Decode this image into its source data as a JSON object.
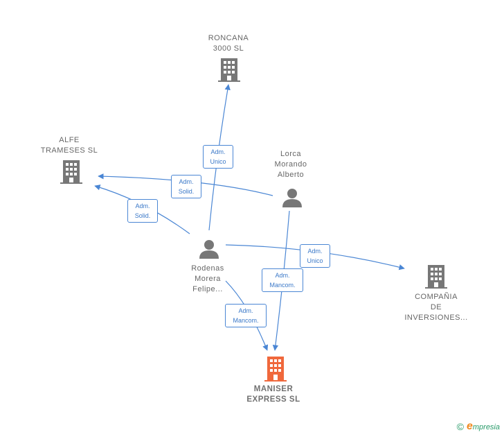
{
  "nodes": {
    "roncana": {
      "lines": [
        "RONCANA",
        "3000 SL"
      ],
      "kind": "company"
    },
    "alfe": {
      "lines": [
        "ALFE",
        "TRAMESES  SL"
      ],
      "kind": "company"
    },
    "lorca": {
      "lines": [
        "Lorca",
        "Morando",
        "Alberto"
      ],
      "kind": "person"
    },
    "rodenas": {
      "lines": [
        "Rodenas",
        "Morera",
        "Felipe..."
      ],
      "kind": "person"
    },
    "compania": {
      "lines": [
        "COMPAÑIA",
        "DE",
        "INVERSIONES..."
      ],
      "kind": "company"
    },
    "maniser": {
      "lines": [
        "MANISER",
        "EXPRESS  SL"
      ],
      "kind": "company-main"
    }
  },
  "edges": {
    "rodenas_roncana": {
      "lines": [
        "Adm.",
        "Unico"
      ]
    },
    "lorca_alfe": {
      "lines": [
        "Adm.",
        "Solid."
      ]
    },
    "rodenas_alfe": {
      "lines": [
        "Adm.",
        "Solid."
      ]
    },
    "rodenas_compania": {
      "lines": [
        "Adm.",
        "Unico"
      ]
    },
    "lorca_maniser": {
      "lines": [
        "Adm.",
        "Mancom."
      ]
    },
    "rodenas_maniser": {
      "lines": [
        "Adm.",
        "Mancom."
      ]
    }
  },
  "colors": {
    "edge": "#4a86d4",
    "icon_grey": "#777777",
    "icon_main": "#f0683c"
  },
  "footer": {
    "copyright": "©",
    "brand_initial": "e",
    "brand_rest": "mpresia"
  }
}
